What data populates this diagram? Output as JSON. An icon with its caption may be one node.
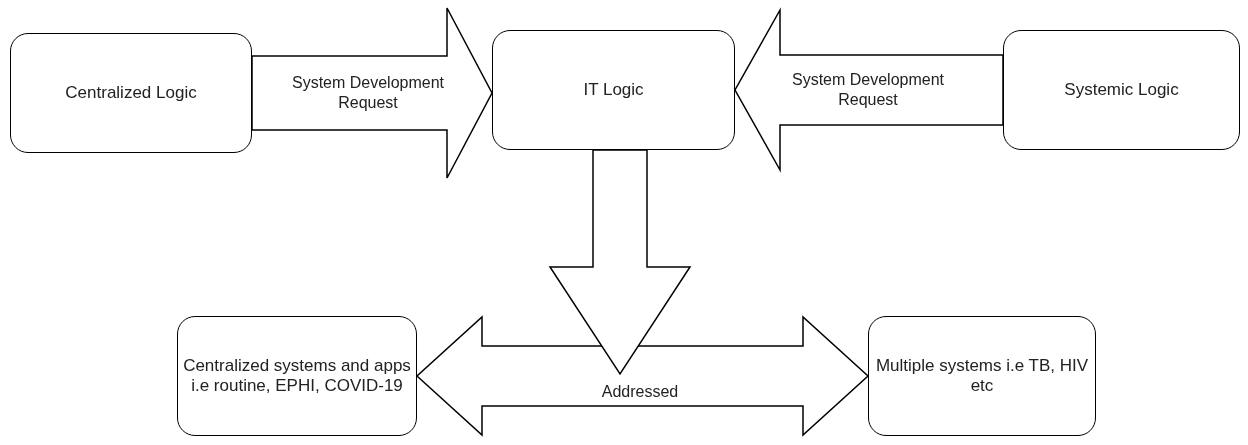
{
  "diagram": {
    "nodes": [
      {
        "text": [
          "Centralized Logic"
        ]
      },
      {
        "text": [
          "IT Logic"
        ]
      },
      {
        "text": [
          "Systemic Logic"
        ]
      },
      {
        "text": [
          "Centralized systems and apps i.e routine, EPHI, COVID-19"
        ]
      },
      {
        "text": [
          "Multiple systems i.e TB, HIV etc"
        ]
      }
    ],
    "edges": [
      {
        "from": 0,
        "to": 1,
        "arrow": "to",
        "label": "System Development Request"
      },
      {
        "from": 2,
        "to": 1,
        "arrow": "to",
        "label": "System Development Request"
      },
      {
        "from": 1,
        "to": null,
        "arrow": "to"
      },
      {
        "from": 3,
        "to": 4,
        "arrow": "both",
        "label": "Addressed"
      }
    ]
  }
}
